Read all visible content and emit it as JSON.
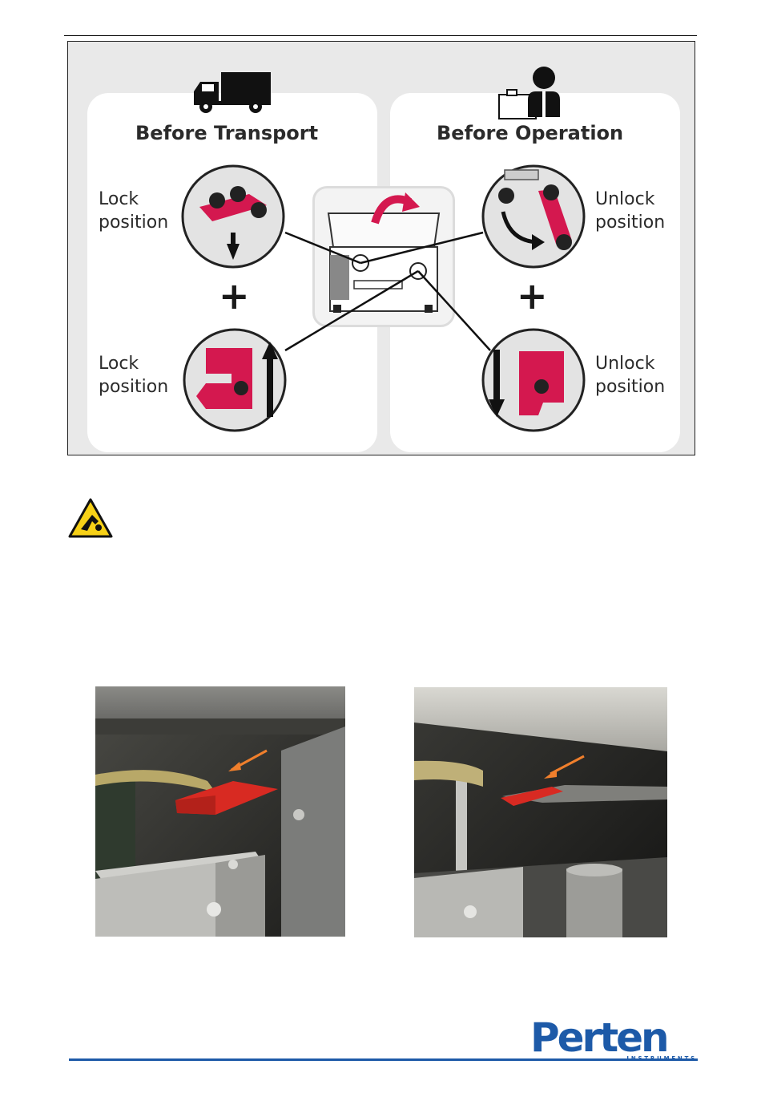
{
  "figure": {
    "left_heading": "Before Transport",
    "right_heading": "Before Operation",
    "lock_label_top": "Lock\nposition",
    "lock_label_bottom": "Lock\nposition",
    "unlock_label_top": "Unlock\nposition",
    "unlock_label_bottom": "Unlock\nposition",
    "plus_sign": "+",
    "accent_color": "#d4184f"
  },
  "photos": {
    "arrow_color": "#f07f2c"
  },
  "logo": {
    "brand": "Perten",
    "tagline": "INSTRUMENTS",
    "color": "#1d5aa8"
  }
}
